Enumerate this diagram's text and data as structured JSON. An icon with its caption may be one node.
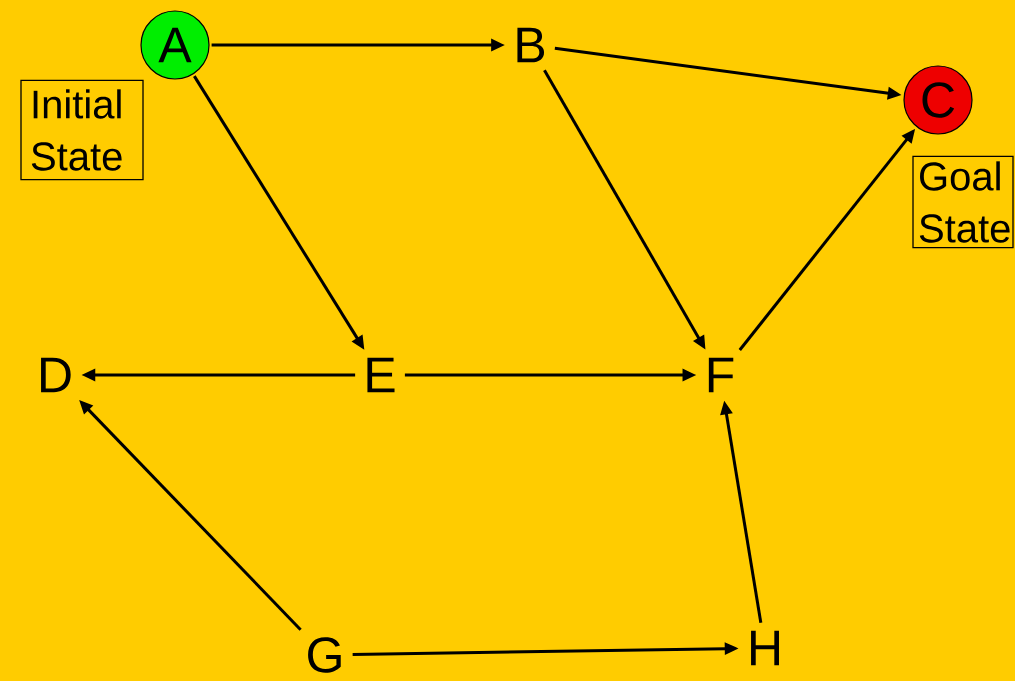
{
  "diagram": {
    "nodes": [
      {
        "text": [
          "A"
        ]
      },
      {
        "text": [
          "B"
        ]
      },
      {
        "text": [
          "C"
        ]
      },
      {
        "text": [
          "Initial State"
        ]
      },
      {
        "text": [
          "Goal State"
        ]
      },
      {
        "text": [
          "D"
        ]
      },
      {
        "text": [
          "E"
        ]
      },
      {
        "text": [
          "F"
        ]
      },
      {
        "text": [
          "G"
        ]
      },
      {
        "text": [
          "H"
        ]
      }
    ],
    "edges": [
      {
        "from": 0,
        "to": 1,
        "arrow": "to"
      },
      {
        "from": 1,
        "to": 2,
        "arrow": "to"
      },
      {
        "from": 0,
        "to": 6,
        "arrow": "to"
      },
      {
        "from": 1,
        "to": 7,
        "arrow": "to"
      },
      {
        "from": 6,
        "to": 5,
        "arrow": "to"
      },
      {
        "from": 6,
        "to": 7,
        "arrow": "to"
      },
      {
        "from": 7,
        "to": 2,
        "arrow": "to"
      },
      {
        "from": 8,
        "to": 5,
        "arrow": "to"
      },
      {
        "from": 8,
        "to": 9,
        "arrow": "to"
      },
      {
        "from": 9,
        "to": 7,
        "arrow": "to"
      }
    ]
  }
}
